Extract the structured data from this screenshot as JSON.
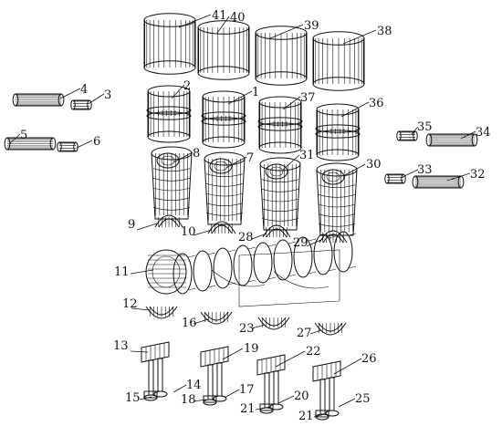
{
  "labels": {
    "l1": "1",
    "l2": "2",
    "l3": "3",
    "l4": "4",
    "l5": "5",
    "l6": "6",
    "l7": "7",
    "l8": "8",
    "l9": "9",
    "l10": "10",
    "l11": "11",
    "l12": "12",
    "l13": "13",
    "l14": "14",
    "l15": "15",
    "l16": "16",
    "l17": "17",
    "l18": "18",
    "l19": "19",
    "l20": "20",
    "l21a": "21",
    "l21b": "21",
    "l22": "22",
    "l23": "23",
    "l25": "25",
    "l26": "26",
    "l27": "27",
    "l28": "28",
    "l29": "29",
    "l30": "30",
    "l31": "31",
    "l32": "32",
    "l33": "33",
    "l34": "34",
    "l35": "35",
    "l36": "36",
    "l37": "37",
    "l38": "38",
    "l39": "39",
    "l40": "40",
    "l41": "41"
  }
}
